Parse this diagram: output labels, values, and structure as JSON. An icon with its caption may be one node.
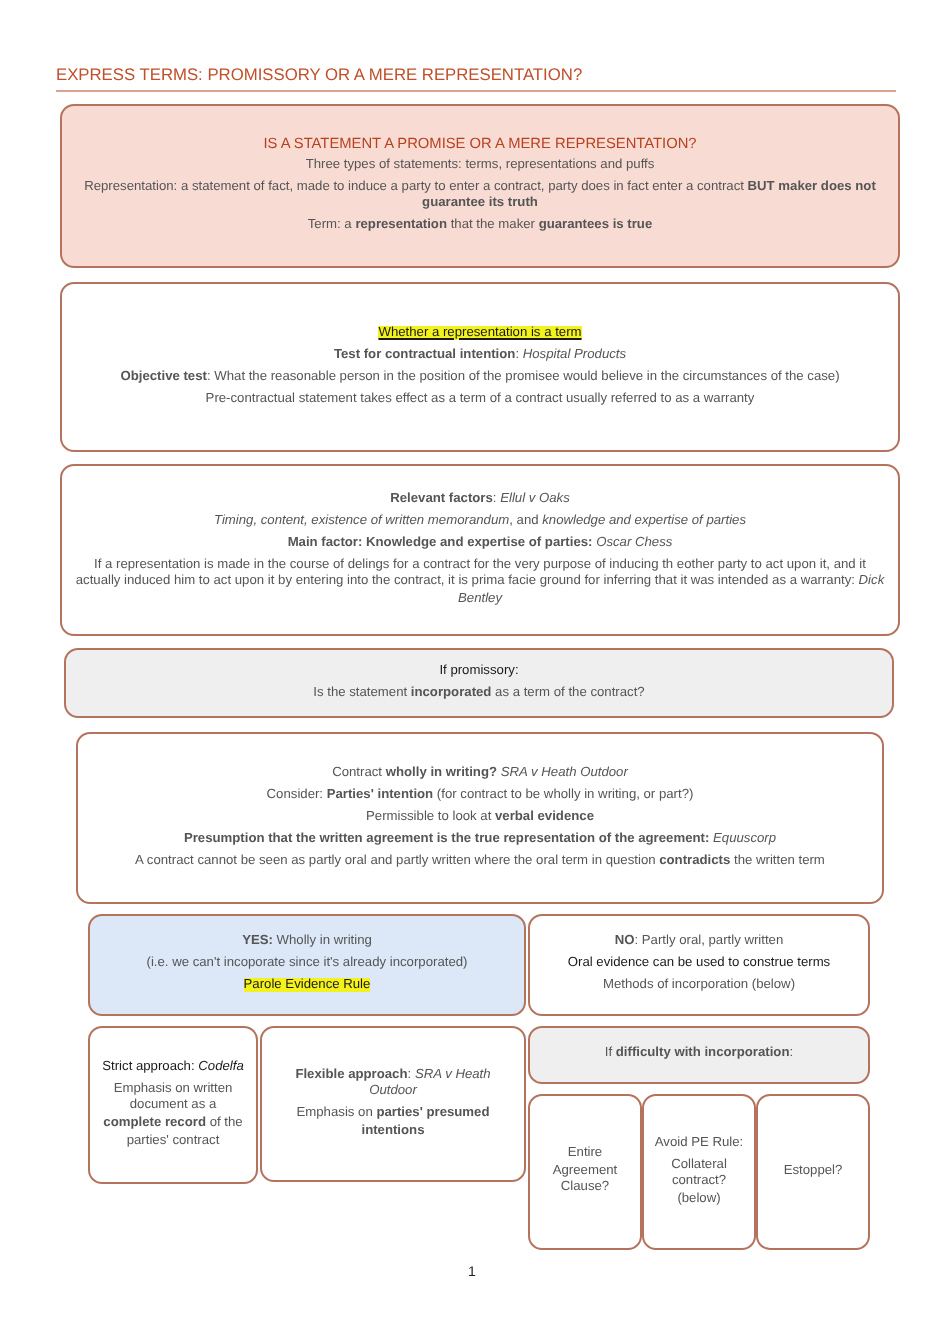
{
  "diagram": {
    "title": "EXPRESS TERMS: PROMISSORY OR A MERE REPRESENTATION?",
    "nodes": [
      {
        "text": [
          "IS A STATEMENT A PROMISE OR A MERE REPRESENTATION?",
          "Three types of statements: terms, representations and puffs",
          "Representation: a statement of fact, made to induce a party to enter a contract, party does in fact enter a contract **BUT maker does not guarantee its truth**",
          "Term: a **representation** that the maker **guarantees is true**"
        ]
      },
      {
        "text": [
          "Whether a representation is a term",
          "**Test for contractual intention**: *Hospital Products*",
          "**Objective test**: What the reasonable person in the position of the promisee would believe in the circumstances of the case)",
          "Pre-contractual statement takes effect as a term of a contract usually referred to as a warranty"
        ]
      },
      {
        "text": [
          "**Relevant factors**: *Ellul v Oaks*",
          "*Timing, content, existence of written memorandum*, and *knowledge and expertise of parties*",
          "**Main factor: Knowledge and expertise of parties:** *Oscar Chess*",
          "If a representation is made in the course of delings for a contract for the very purpose of inducing th eother party to act upon it, and it actually induced him to act upon it by entering into the contract, it is prima facie ground for inferring that it was intended as a warranty: *Dick Bentley*"
        ]
      },
      {
        "text": [
          "If promissory:",
          "Is the statement **incorporated** as a term of the contract?"
        ]
      },
      {
        "text": [
          "Contract **wholly in writing?** *SRA v Heath Outdoor*",
          "Consider: **Parties' intention** (for contract to be wholly in writing, or part?)",
          "Permissible to look at **verbal evidence**",
          "**Presumption that the written agreement is the true representation of the agreement:** *Equuscorp*",
          "A contract cannot be seen as partly oral and partly written where the oral term in question **contradicts** the written term"
        ]
      },
      {
        "text": [
          "**YES:** Wholly in writing",
          "(i.e. we can't incoporate since it's already incorporated)",
          "Parole Evidence Rule"
        ]
      },
      {
        "text": [
          "**NO**: Partly oral, partly written",
          "Oral evidence can be used to construe terms",
          "Methods of incorporation (below)"
        ]
      },
      {
        "text": [
          "Strict approach: *Codelfa*",
          "Emphasis on written document as a **complete record** of the parties' contract"
        ]
      },
      {
        "text": [
          "**Flexible approach**: *SRA v Heath Outdoor*",
          "Emphasis on **parties' presumed intentions**"
        ]
      },
      {
        "text": [
          "If **difficulty with incorporation**:"
        ]
      },
      {
        "text": [
          "Entire Agreement Clause?"
        ]
      },
      {
        "text": [
          "Avoid PE Rule:",
          "Collateral contract? (below)"
        ]
      },
      {
        "text": [
          "Estoppel?"
        ]
      }
    ],
    "labels": [
      "1"
    ]
  }
}
